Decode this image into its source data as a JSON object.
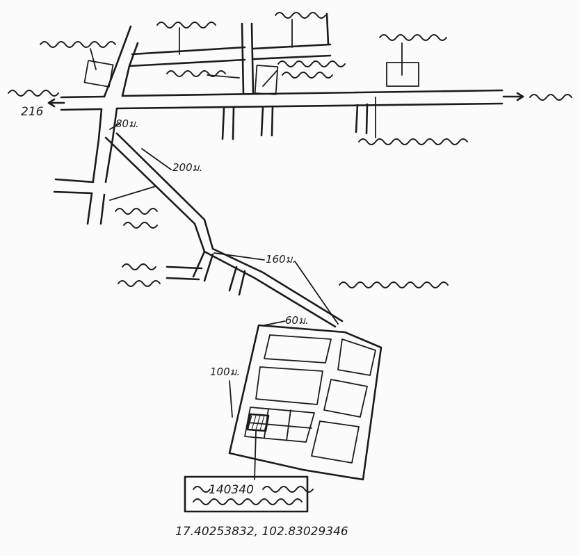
{
  "map": {
    "distance_labels": {
      "seg_a": "80ม.",
      "seg_b": "200ม.",
      "seg_c": "160ม.",
      "seg_d": "60ม.",
      "seg_e": "100ม."
    },
    "highway_number": "216",
    "deed_number": "140340",
    "coordinates": "17.40253832, 102.83029346"
  }
}
